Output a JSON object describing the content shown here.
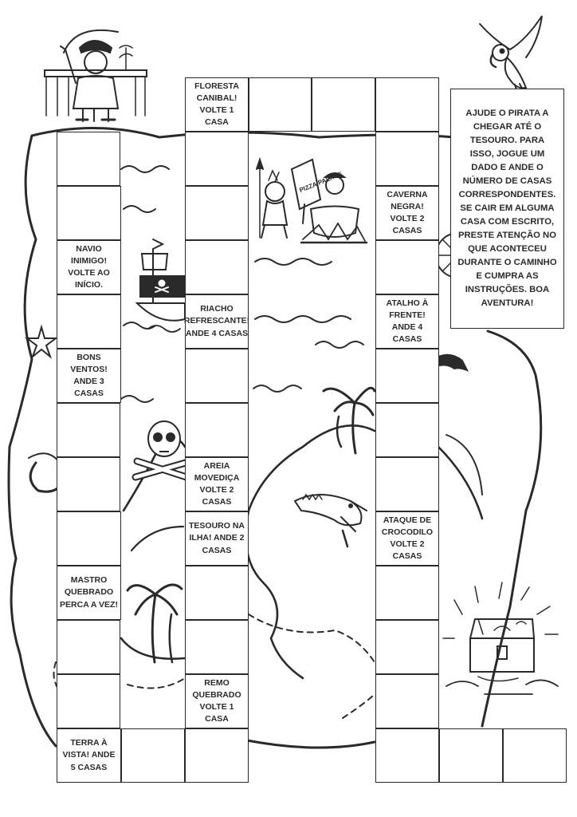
{
  "instructions": "Ajude o pirata a chegar até o tesouro. Para isso, jogue um dado e ande o número de casas correspondentes. Se cair em alguma casa com escrito, preste atenção no que aconteceu durante o caminho e cumpra as instruções. Boa aventura!",
  "board": {
    "start_cell_label": "",
    "end_cell_label": "",
    "squares": [
      {
        "label": "TERRA À VISTA! ANDE 5 CASAS"
      },
      {
        "label": ""
      },
      {
        "label": ""
      },
      {
        "label": "MASTRO QUEBRADO PERCA A VEZ!"
      },
      {
        "label": ""
      },
      {
        "label": "BONS VENTOS! ANDE 3 CASAS"
      },
      {
        "label": ""
      },
      {
        "label": "NAVIO INIMIGO! VOLTE AO INÍCIO."
      },
      {
        "label": ""
      },
      {
        "label": "FLORESTA CANIBAL! VOLTE 1 CASA"
      },
      {
        "label": "RIACHO REFRESCANTE! ANDE 4 CASAS"
      },
      {
        "label": "AREIA MOVEDIÇA VOLTE 2 CASAS"
      },
      {
        "label": "TESOURO NA ILHA! ANDE 2 CASAS"
      },
      {
        "label": "REMO QUEBRADO VOLTE 1 CASA"
      },
      {
        "label": "CAVERNA NEGRA! VOLTE 2 CASAS"
      },
      {
        "label": "ATALHO À FRENTE! ANDE 4 CASAS"
      },
      {
        "label": "ATAQUE DE CROCODILO VOLTE 2 CASAS"
      }
    ]
  },
  "illustrations": {
    "pirate": "pirate-captain-icon",
    "parrot": "parrot-icon",
    "ship": "pirate-ship-icon",
    "skull": "skull-crossbones-icon",
    "cannibal": "cannibal-cooking-pot-icon",
    "pizza_sign": "PIZZA PALACE",
    "crocodile": "crocodile-icon",
    "palm_trees": "palm-tree-icon",
    "treasure": "treasure-chest-icon",
    "starfish": "starfish-icon",
    "dolphin": "dolphin-icon"
  },
  "colors": {
    "ink": "#2a2a2a",
    "paper": "#ffffff"
  }
}
